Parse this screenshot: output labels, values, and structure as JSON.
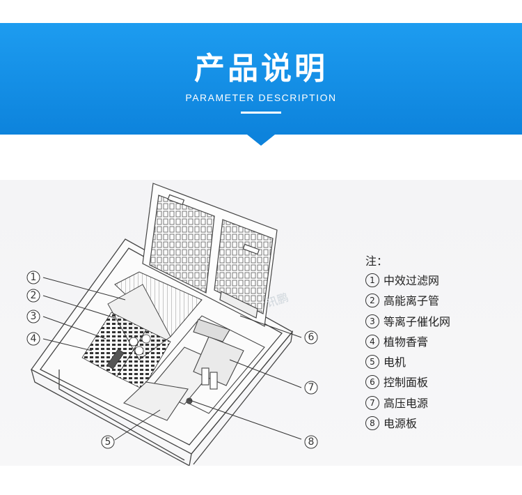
{
  "header": {
    "title": "产品说明",
    "subtitle": "PARAMETER DESCRIPTION"
  },
  "markers": [
    "1",
    "2",
    "3",
    "4",
    "5",
    "6",
    "7",
    "8"
  ],
  "legend": {
    "heading": "注：",
    "items": [
      {
        "num": "1",
        "label": "中效过滤网"
      },
      {
        "num": "2",
        "label": "高能离子管"
      },
      {
        "num": "3",
        "label": "等离子催化网"
      },
      {
        "num": "4",
        "label": "植物香膏"
      },
      {
        "num": "5",
        "label": "电机"
      },
      {
        "num": "6",
        "label": "控制面板"
      },
      {
        "num": "7",
        "label": "高压电源"
      },
      {
        "num": "8",
        "label": "电源板"
      }
    ]
  },
  "watermark": "讯鹏",
  "colors": {
    "banner": "#1592e6",
    "line": "#444444",
    "figure_bg": "#f5f5f6"
  }
}
